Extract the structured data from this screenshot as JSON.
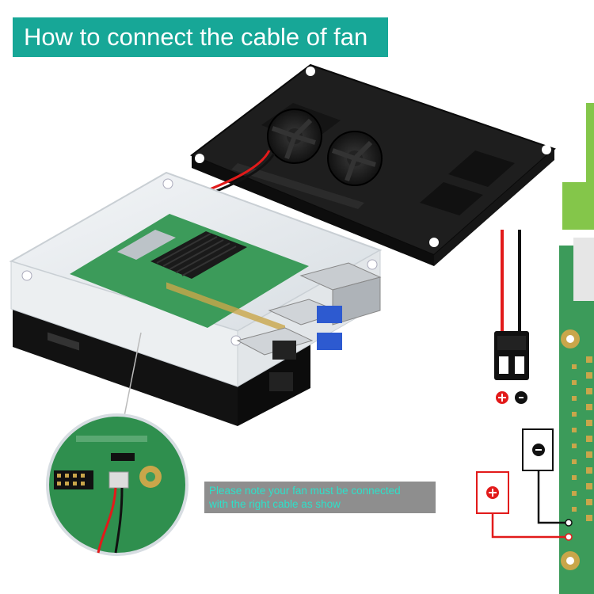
{
  "title": "How to connect the cable of fan",
  "note": {
    "line1": "Please note your fan must be connected",
    "line2": "with the right cable as show"
  },
  "labels": {
    "plus": "+",
    "minus": "-"
  },
  "icons": {
    "case_image": "raspberry-pi-case-photo",
    "fan": "fan-icon",
    "board": "circuit-board-icon"
  },
  "colors": {
    "banner": "#17a797",
    "note_bg": "#8e8e8e",
    "note_text": "#2ee0c9",
    "wire_red": "#e21a1a",
    "wire_black": "#111111",
    "board_green": "#3c9b5a"
  }
}
